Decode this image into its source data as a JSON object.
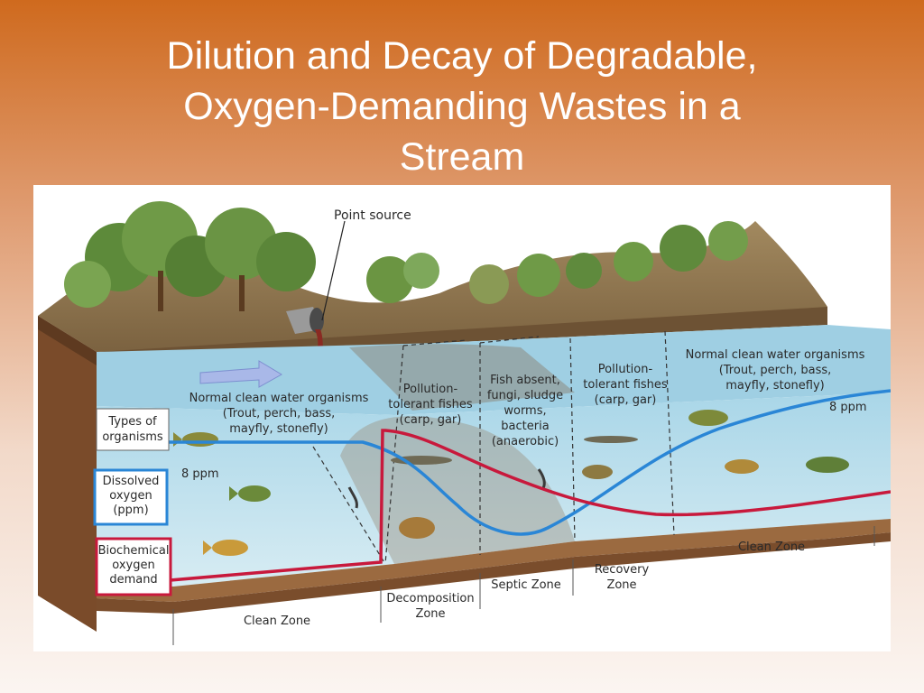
{
  "slide": {
    "title": "Dilution and Decay of Degradable,\nOxygen-Demanding Wastes in a\nStream"
  },
  "diagram": {
    "point_source": "Point source",
    "row_labels": {
      "types": [
        "Types of",
        "organisms"
      ],
      "dissolved": [
        "Dissolved",
        "oxygen",
        "(ppm)"
      ],
      "bod": [
        "Biochemical",
        "oxygen",
        "demand"
      ]
    },
    "organisms": {
      "clean_left": [
        "Normal clean water organisms",
        "(Trout, perch, bass,",
        "mayfly, stonefly)"
      ],
      "decomposition": [
        "Pollution-",
        "tolerant fishes",
        "(carp, gar)"
      ],
      "septic": [
        "Fish absent,",
        "fungi, sludge",
        "worms,",
        "bacteria",
        "(anaerobic)"
      ],
      "recovery": [
        "Pollution-",
        "tolerant fishes",
        "(carp, gar)"
      ],
      "clean_right": [
        "Normal clean water organisms",
        "(Trout, perch, bass,",
        "mayfly, stonefly)"
      ]
    },
    "ppm_left": "8 ppm",
    "ppm_right": "8 ppm",
    "zones": {
      "clean_left": "Clean Zone",
      "decomposition": [
        "Decomposition",
        "Zone"
      ],
      "septic": "Septic Zone",
      "recovery": [
        "Recovery",
        "Zone"
      ],
      "clean_right": "Clean Zone"
    },
    "colors": {
      "dissolved_oxygen": "#2a86d6",
      "bod": "#c8193c",
      "water": "#8fc7df",
      "soil": "#8a5a36"
    }
  }
}
